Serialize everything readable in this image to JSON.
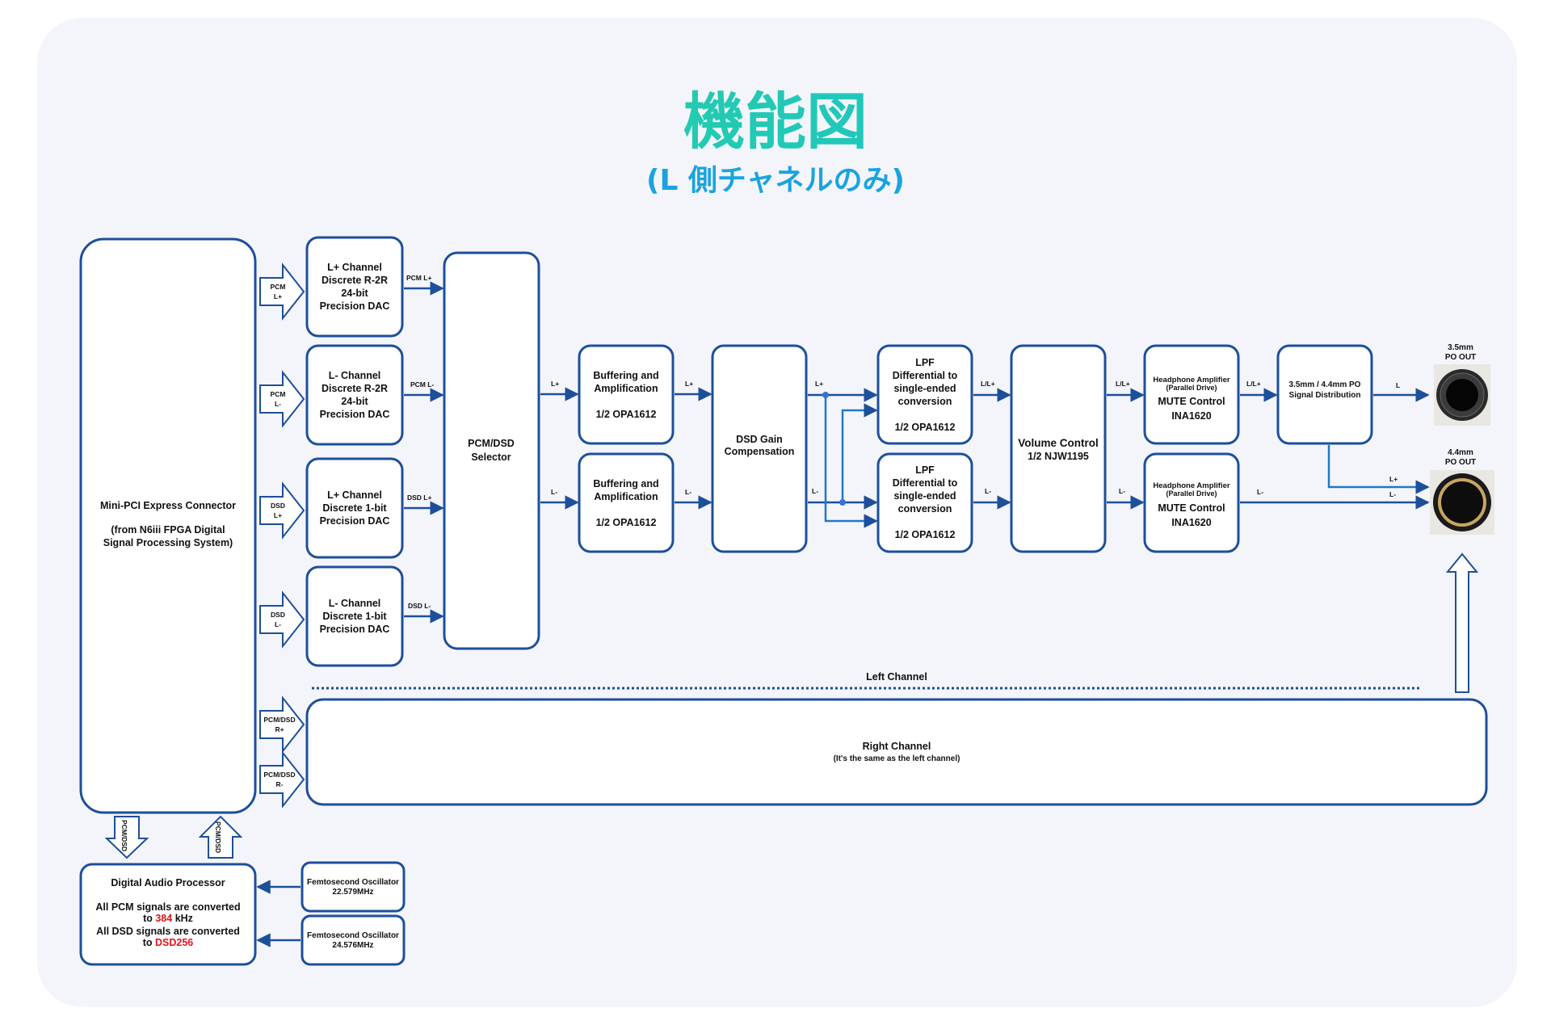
{
  "title": "機能図",
  "subtitle": "(L 側チャネルのみ)",
  "inputs": {
    "pcm_l_plus": [
      "PCM",
      "L+"
    ],
    "pcm_l_minus": [
      "PCM",
      "L-"
    ],
    "dsd_l_plus": [
      "DSD",
      "L+"
    ],
    "dsd_l_minus": [
      "DSD",
      "L-"
    ],
    "right_plus": [
      "PCM/DSD",
      "R+"
    ],
    "right_minus": [
      "PCM/DSD",
      "R-"
    ],
    "pcmdsd_down": "PCM/DSD",
    "pcmdsd_up": "PCM/DSD"
  },
  "connector": {
    "line1": "Mini-PCI Express Connector",
    "line2": "(from N6iii FPGA Digital",
    "line3": "Signal Processing System)"
  },
  "dacs": [
    [
      "L+ Channel",
      "Discrete R-2R",
      "24-bit",
      "Precision DAC"
    ],
    [
      "L- Channel",
      "Discrete R-2R",
      "24-bit",
      "Precision DAC"
    ],
    [
      "L+ Channel",
      "Discrete 1-bit",
      "Precision DAC"
    ],
    [
      "L- Channel",
      "Discrete 1-bit",
      "Precision DAC"
    ]
  ],
  "dac_outputs": [
    "PCM L+",
    "PCM L-",
    "DSD L+",
    "DSD L-"
  ],
  "selector": [
    "PCM/DSD",
    "Selector"
  ],
  "buffer": [
    "Buffering and",
    "Amplification",
    "1/2 OPA1612"
  ],
  "dsd_gain": [
    "DSD Gain",
    "Compensation"
  ],
  "lpf": [
    "LPF",
    "Differential to",
    "single-ended",
    "conversion",
    "1/2 OPA1612"
  ],
  "volume": [
    "Volume Control",
    "1/2 NJW1195"
  ],
  "hp_amp": [
    "Headphone Amplifier",
    "(Parallel Drive)",
    "MUTE Control",
    "INA1620"
  ],
  "distribution": [
    "3.5mm / 4.4mm PO",
    "Signal Distribution"
  ],
  "signals": {
    "lp": "L+",
    "lm": "L-",
    "lslp": "L/L+",
    "l": "L"
  },
  "jack_35": [
    "3.5mm",
    "PO OUT"
  ],
  "jack_44": [
    "4.4mm",
    "PO OUT"
  ],
  "left_channel": "Left Channel",
  "right_channel": [
    "Right Channel",
    "(It's the same as the left channel)"
  ],
  "dap": {
    "title": "Digital Audio Processor",
    "pcm_line_a": "All PCM signals are converted",
    "pcm_line_b_pre": "to ",
    "pcm_value": "384",
    "pcm_line_b_post": " kHz",
    "dsd_line_a": "All DSD signals are converted",
    "dsd_line_b_pre": "to ",
    "dsd_value": "DSD256"
  },
  "oscillators": [
    [
      "Femtosecond Oscillator",
      "22.579MHz"
    ],
    [
      "Femtosecond Oscillator",
      "24.576MHz"
    ]
  ],
  "colors": {
    "line": "#1d4f9a",
    "accent_title": "#1fcfa6",
    "accent_subtitle": "#1aa3e0",
    "highlight": "#e0141c",
    "panel": "#f4f5fa"
  }
}
